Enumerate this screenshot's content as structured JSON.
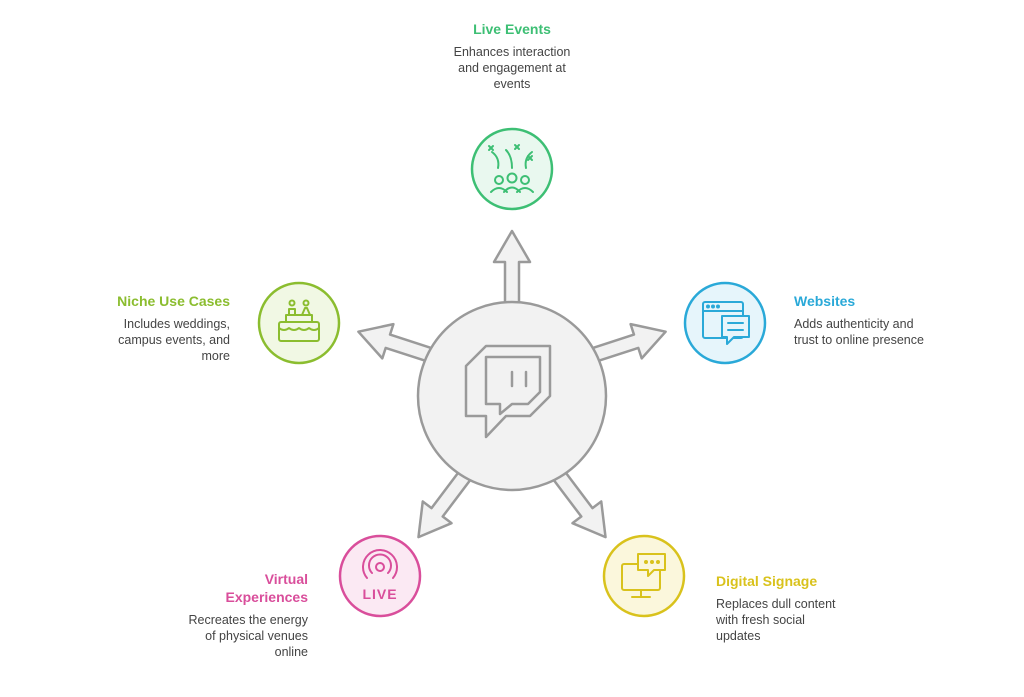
{
  "colors": {
    "live_events": "#3dbf74",
    "websites": "#2aa9d8",
    "digital_signage": "#d9c21c",
    "virtual_experiences": "#d94e9b",
    "niche_use_cases": "#8bbd2f",
    "hub": "#9a9a9a",
    "hub_fill": "#f2f2f2"
  },
  "hub": {
    "icon": "twitch-chat-icon"
  },
  "nodes": {
    "live_events": {
      "title": "Live Events",
      "description": "Enhances interaction and engagement at events",
      "icon": "crowd-fireworks-icon"
    },
    "websites": {
      "title": "Websites",
      "description": "Adds authenticity and trust to online presence",
      "icon": "browser-chat-icon"
    },
    "digital_signage": {
      "title": "Digital Signage",
      "description": "Replaces dull content with fresh social updates",
      "icon": "monitor-chat-icon"
    },
    "virtual_experiences": {
      "title": "Virtual Experiences",
      "description": "Recreates the energy of physical venues online",
      "icon": "live-broadcast-icon",
      "badge": "LIVE"
    },
    "niche_use_cases": {
      "title": "Niche Use Cases",
      "description": "Includes weddings, campus events, and more",
      "icon": "wedding-cake-icon"
    }
  }
}
